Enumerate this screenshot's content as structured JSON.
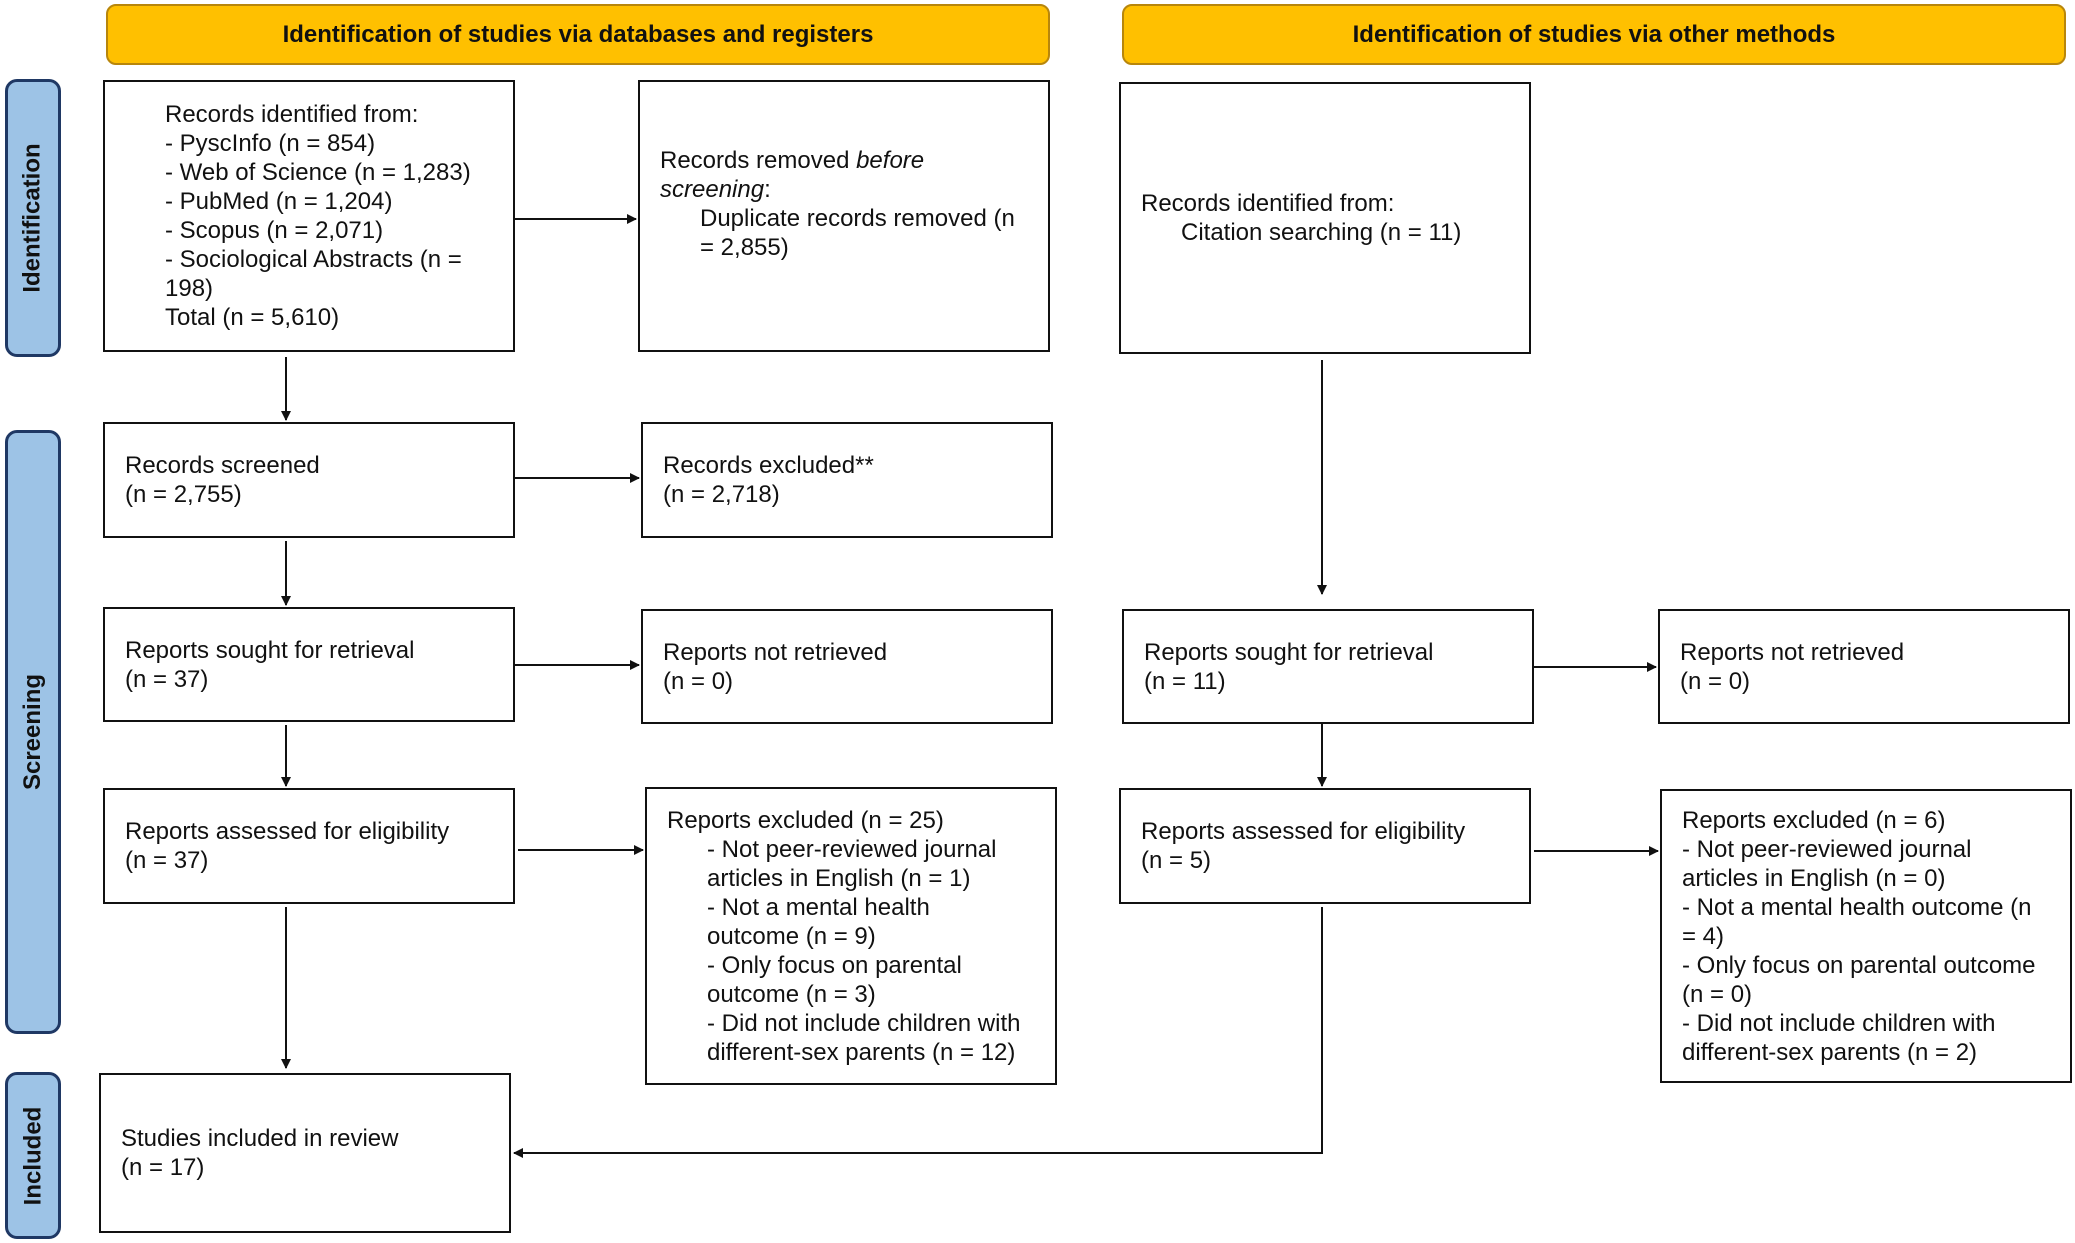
{
  "colors": {
    "header_fill": "#FFC000",
    "side_fill": "#9DC3E6",
    "stroke": "#111111"
  },
  "headers": {
    "left": "Identification of studies via databases and registers",
    "right": "Identification of studies via other methods"
  },
  "phases": {
    "identification": "Identification",
    "screening": "Screening",
    "included": "Included"
  },
  "left": {
    "records_identified": {
      "title": "Records identified from:",
      "items": [
        "- PyscInfo (n = 854)",
        "- Web of Science (n = 1,283)",
        "- PubMed (n = 1,204)",
        "- Scopus (n = 2,071)",
        "- Sociological Abstracts (n =",
        "198)"
      ],
      "total": "Total (n = 5,610)"
    },
    "records_removed": {
      "line1_pre": "Records removed ",
      "line1_em": "before",
      "line2_em": "screening",
      "line2_post": ":",
      "dup1": "Duplicate records removed (n",
      "dup2": "= 2,855)"
    },
    "records_screened": {
      "label": "Records screened",
      "n": "(n = 2,755)"
    },
    "records_excluded": {
      "label": "Records excluded**",
      "n": "(n = 2,718)"
    },
    "reports_sought": {
      "label": "Reports sought for retrieval",
      "n": "(n = 37)"
    },
    "reports_not_retrieved": {
      "label": "Reports not retrieved",
      "n": "(n = 0)"
    },
    "reports_assessed": {
      "label": "Reports assessed for eligibility",
      "n": "(n = 37)"
    },
    "reports_excluded": {
      "title": "Reports excluded (n = 25)",
      "items": [
        "- Not peer-reviewed journal",
        "articles in English (n = 1)",
        "- Not a mental health",
        "outcome (n = 9)",
        "- Only focus on parental",
        "outcome (n = 3)",
        "- Did not include children with",
        "different-sex parents (n = 12)"
      ]
    },
    "studies_included": {
      "label": "Studies included in review",
      "n": "(n = 17)"
    }
  },
  "right": {
    "records_identified": {
      "title": "Records identified from:",
      "item": "Citation searching (n = 11)"
    },
    "reports_sought": {
      "label": "Reports sought for retrieval",
      "n": "(n = 11)"
    },
    "reports_not_retrieved": {
      "label": "Reports not retrieved",
      "n": "(n = 0)"
    },
    "reports_assessed": {
      "label": "Reports assessed for eligibility",
      "n": "(n = 5)"
    },
    "reports_excluded": {
      "title": "Reports excluded (n = 6)",
      "items": [
        "- Not peer-reviewed journal",
        "articles in English (n = 0)",
        "- Not a mental health outcome (n",
        "= 4)",
        "- Only focus on parental outcome",
        "(n = 0)",
        "- Did not include children with",
        "different-sex parents (n = 2)"
      ]
    }
  }
}
